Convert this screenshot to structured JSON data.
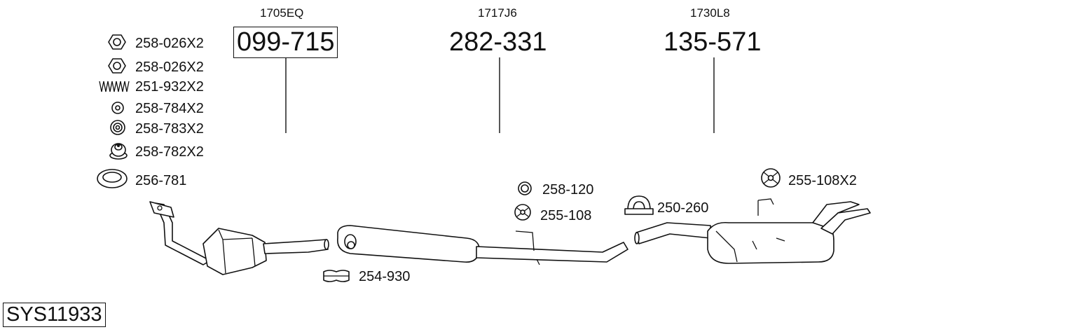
{
  "system_code": "SYS11933",
  "main_parts": [
    {
      "ref": "1705EQ",
      "number": "099-715",
      "boxed": true
    },
    {
      "ref": "1717J6",
      "number": "282-331",
      "boxed": false
    },
    {
      "ref": "1730L8",
      "number": "135-571",
      "boxed": false
    }
  ],
  "accessories_list": [
    {
      "number": "258-026X2",
      "icon": "hex-nut-icon"
    },
    {
      "number": "258-026X2",
      "icon": "hex-nut-icon"
    },
    {
      "number": "251-932X2",
      "icon": "spring-icon"
    },
    {
      "number": "258-784X2",
      "icon": "ring-icon"
    },
    {
      "number": "258-783X2",
      "icon": "rubber-ring-icon"
    },
    {
      "number": "258-782X2",
      "icon": "rubber-mount-icon"
    },
    {
      "number": "256-781",
      "icon": "gasket-icon"
    }
  ],
  "fittings": [
    {
      "number": "258-120",
      "icon": "ring-icon"
    },
    {
      "number": "255-108",
      "icon": "rubber-hanger-icon"
    },
    {
      "number": "254-930",
      "icon": "clamp-icon"
    },
    {
      "number": "250-260",
      "icon": "u-clamp-icon"
    },
    {
      "number": "255-108X2",
      "icon": "rubber-hanger-icon"
    }
  ]
}
